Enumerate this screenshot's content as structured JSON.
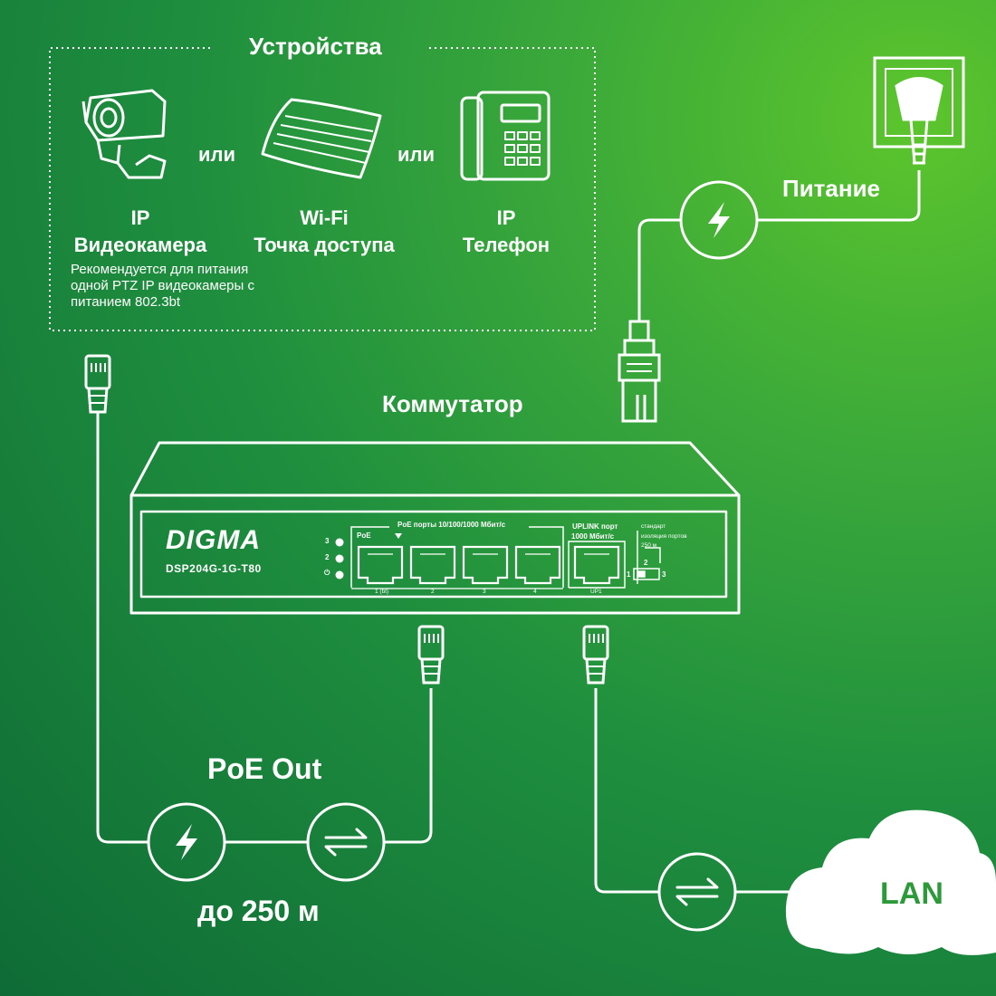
{
  "devices": {
    "title": "Устройства",
    "or_label": "или",
    "camera": {
      "line1": "IP",
      "line2": "Видеокамера",
      "icon": "ip-camera-icon"
    },
    "access_point": {
      "line1": "Wi-Fi",
      "line2": "Точка доступа",
      "icon": "access-point-icon"
    },
    "phone": {
      "line1": "IP",
      "line2": "Телефон",
      "icon": "ip-phone-icon"
    },
    "note": "Рекомендуется для питания одной PTZ IP видеокамеры с питанием 802.3bt"
  },
  "power": {
    "label": "Питание",
    "icon": "lightning-icon"
  },
  "switch": {
    "title": "Коммутатор",
    "brand": "DIGMA",
    "model": "DSP204G-1G-T80",
    "leds": [
      "3",
      "2",
      "⏻"
    ],
    "poe_group_label": "PoE порты 10/100/1000 Мбит/с",
    "poe_label": "PoE",
    "port_labels": [
      "1 (bt)",
      "2",
      "3",
      "4"
    ],
    "uplink_label_1": "UPLINK порт",
    "uplink_label_2": "1000 Мбит/с",
    "uplink_port_label": "UP1",
    "mode_label_1": "стандарт",
    "mode_label_2": "изоляция портов",
    "mode_label_3": "250 м",
    "switch_positions": [
      "1",
      "2",
      "3"
    ]
  },
  "poe_out": {
    "label": "PoE Out",
    "distance": "до 250 м",
    "icons": [
      "lightning-icon",
      "data-exchange-icon"
    ]
  },
  "lan": {
    "label": "LAN",
    "icon": "data-exchange-icon",
    "color": "#2d9a3a"
  },
  "colors": {
    "line": "#ffffff",
    "bg_dark": "#0e6b36",
    "bg_light": "#5cc52c"
  }
}
